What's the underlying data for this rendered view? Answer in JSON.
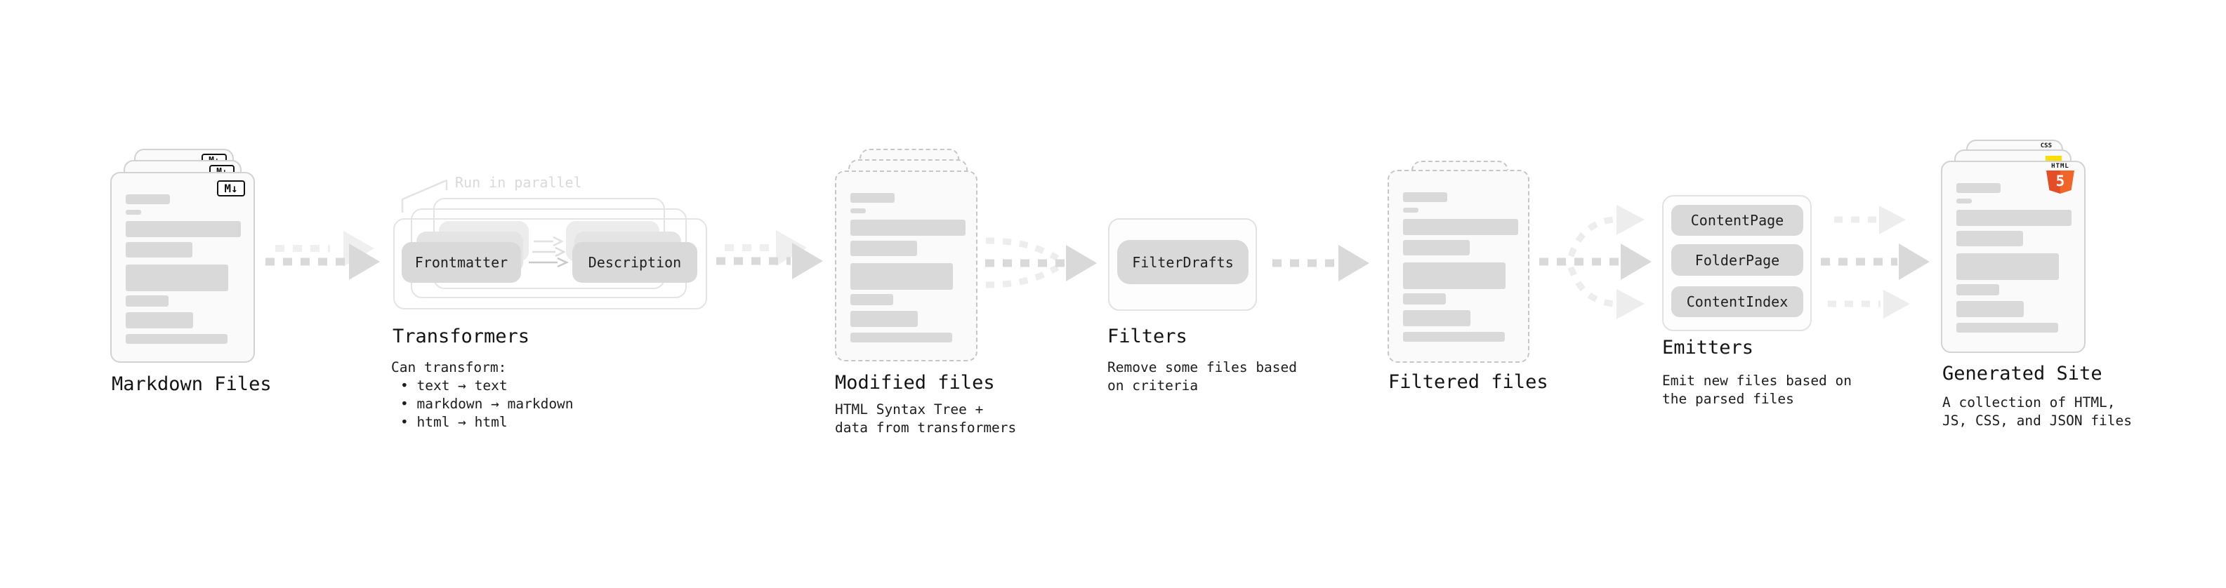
{
  "stages": {
    "markdown": {
      "label": "Markdown Files",
      "badge": "M↓"
    },
    "transformers": {
      "label": "Transformers",
      "annotation": "Run in parallel",
      "node_frontmatter": "Frontmatter",
      "node_description": "Description",
      "desc_title": "Can transform:",
      "bullet_1": "• text → text",
      "bullet_2": "• markdown → markdown",
      "bullet_3": "• html → html"
    },
    "modified": {
      "label": "Modified files",
      "desc_1": "HTML Syntax Tree +",
      "desc_2": "data from transformers"
    },
    "filters": {
      "label": "Filters",
      "node_filterdrafts": "FilterDrafts",
      "desc_1": "Remove some files based",
      "desc_2": "on criteria"
    },
    "filtered": {
      "label": "Filtered files"
    },
    "emitters": {
      "label": "Emitters",
      "node_contentpage": "ContentPage",
      "node_folderpage": "FolderPage",
      "node_contentindex": "ContentIndex",
      "desc_1": "Emit new files based on",
      "desc_2": "the parsed files"
    },
    "site": {
      "label": "Generated Site",
      "desc_1": "A collection of HTML,",
      "desc_2": "JS, CSS, and JSON files",
      "badge_css": "CSS",
      "badge_html_word": "HTML",
      "badge_html_number": "5"
    }
  },
  "colors": {
    "html5_orange": "#e44d26",
    "html5_orange_light": "#f16529",
    "js_yellow": "#fcdd00",
    "css_blue": "#2965f1",
    "node_gray": "#d9d9d9",
    "arrow_gray": "#d9d9d9",
    "arrow_light": "#ededed",
    "text_dark": "#141414"
  }
}
